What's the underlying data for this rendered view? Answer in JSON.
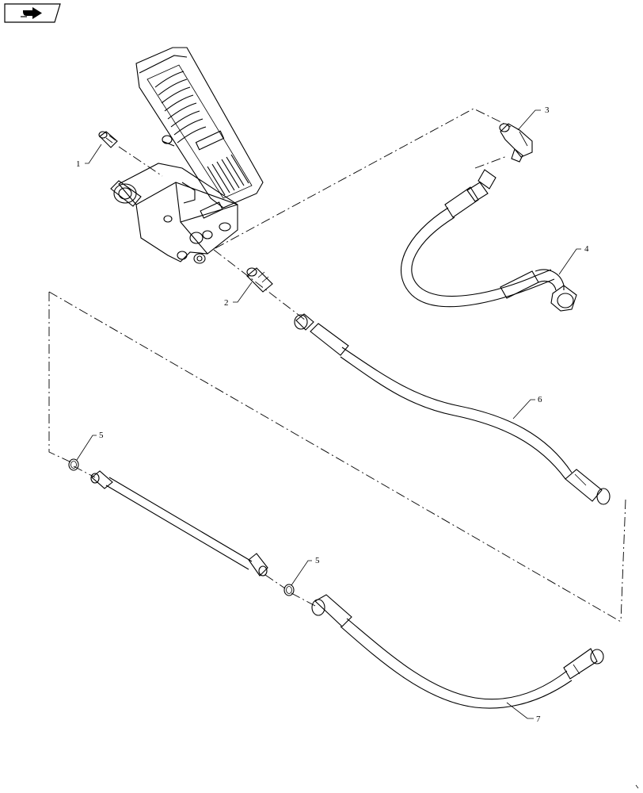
{
  "nav": {
    "icon": "arrow-right-icon",
    "action": "next-page"
  },
  "callouts": [
    {
      "id": "1",
      "label": "1",
      "part": "fitting"
    },
    {
      "id": "2",
      "label": "2",
      "part": "fitting"
    },
    {
      "id": "3",
      "label": "3",
      "part": "elbow-fitting"
    },
    {
      "id": "4",
      "label": "4",
      "part": "hose"
    },
    {
      "id": "5a",
      "label": "5",
      "part": "o-ring"
    },
    {
      "id": "5b",
      "label": "5",
      "part": "o-ring"
    },
    {
      "id": "6",
      "label": "6",
      "part": "hose"
    },
    {
      "id": "7",
      "label": "7",
      "part": "hose"
    }
  ]
}
